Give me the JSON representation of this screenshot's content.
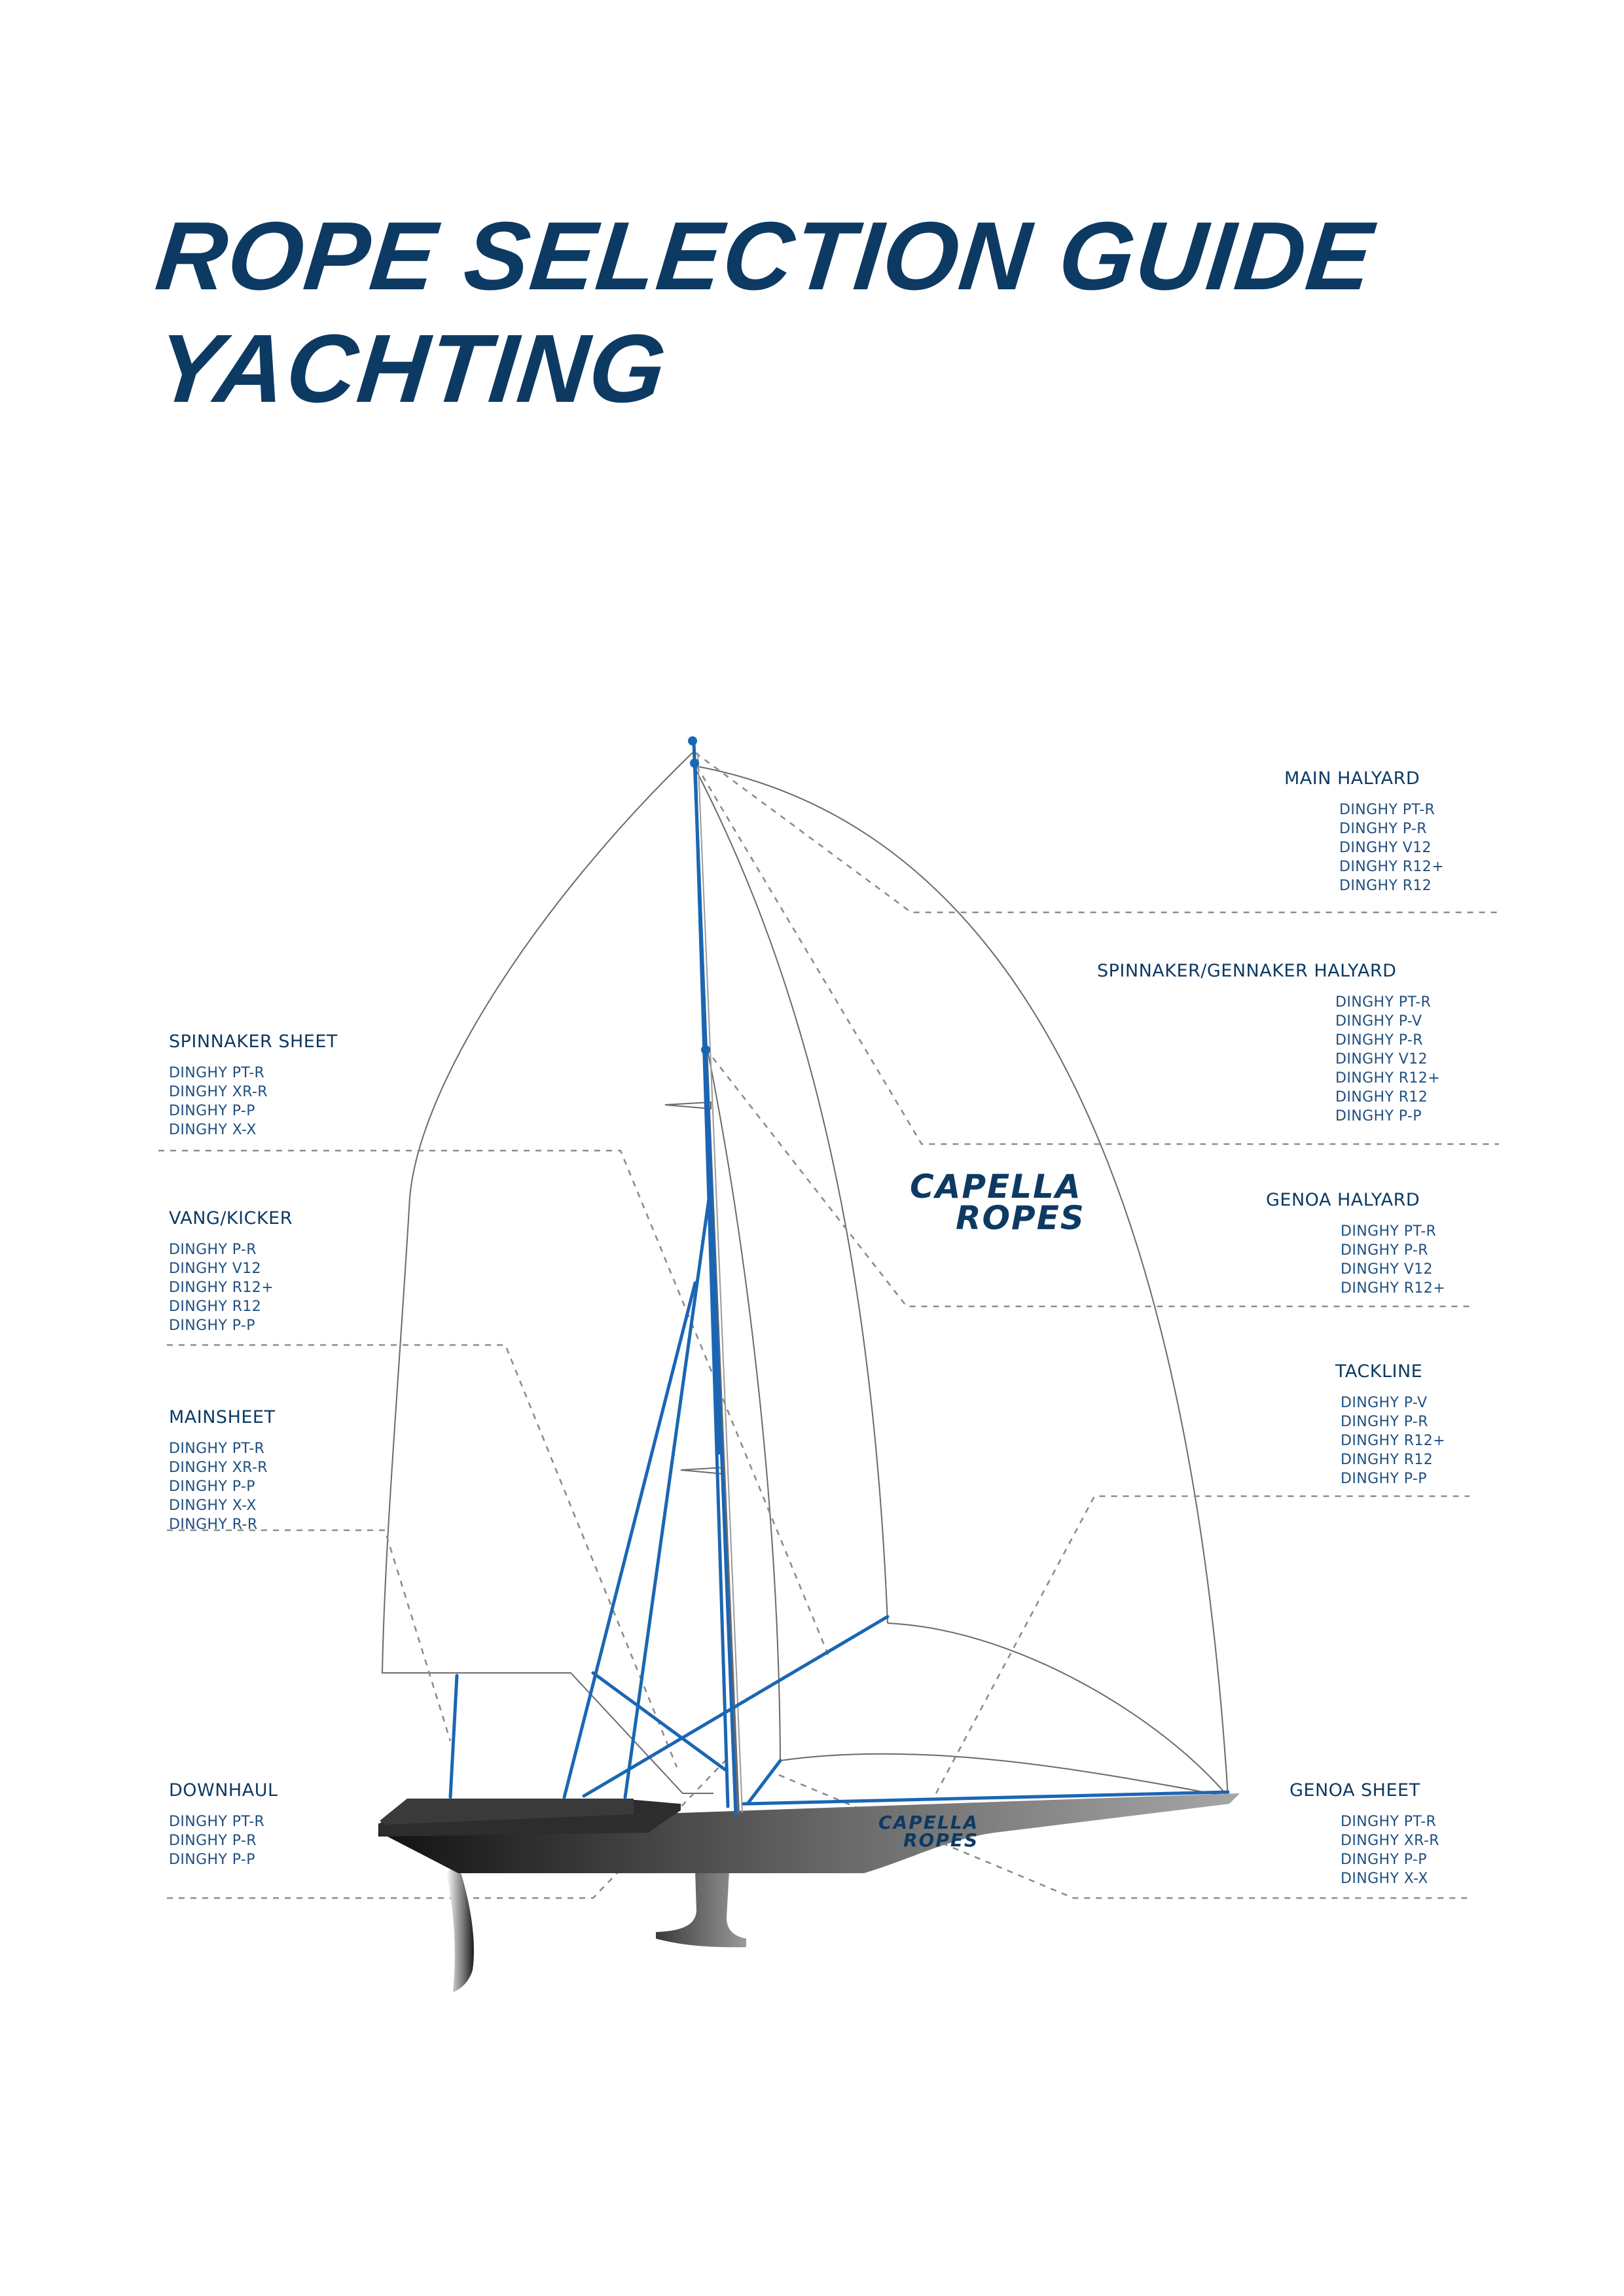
{
  "title": {
    "line1": "ROPE SELECTION GUIDE",
    "line2": "YACHTING"
  },
  "logo": {
    "line1": "CAPELLA",
    "line2": "ROPES"
  },
  "colors": {
    "title": "#0d3a63",
    "rope": "#1b66b4",
    "leader": "#8c8c8c",
    "sail_outline": "#6a6a6a"
  },
  "labels": {
    "main_halyard": {
      "heading": "MAIN HALYARD",
      "items": [
        "DINGHY PT-R",
        "DINGHY P-R",
        "DINGHY V12",
        "DINGHY R12+",
        "DINGHY R12"
      ]
    },
    "spinnaker_halyard": {
      "heading": "SPINNAKER/GENNAKER HALYARD",
      "items": [
        "DINGHY PT-R",
        "DINGHY P-V",
        "DINGHY P-R",
        "DINGHY V12",
        "DINGHY R12+",
        "DINGHY R12",
        "DINGHY P-P"
      ]
    },
    "genoa_halyard": {
      "heading": "GENOA HALYARD",
      "items": [
        "DINGHY PT-R",
        "DINGHY P-R",
        "DINGHY V12",
        "DINGHY R12+"
      ]
    },
    "tackline": {
      "heading": "TACKLINE",
      "items": [
        "DINGHY P-V",
        "DINGHY P-R",
        "DINGHY R12+",
        "DINGHY R12",
        "DINGHY P-P"
      ]
    },
    "genoa_sheet": {
      "heading": "GENOA SHEET",
      "items": [
        "DINGHY PT-R",
        "DINGHY XR-R",
        "DINGHY P-P",
        "DINGHY X-X"
      ]
    },
    "spinnaker_sheet": {
      "heading": "SPINNAKER SHEET",
      "items": [
        "DINGHY PT-R",
        "DINGHY XR-R",
        "DINGHY P-P",
        "DINGHY X-X"
      ]
    },
    "vang_kicker": {
      "heading": "VANG/KICKER",
      "items": [
        "DINGHY P-R",
        "DINGHY V12",
        "DINGHY R12+",
        "DINGHY R12",
        "DINGHY P-P"
      ]
    },
    "mainsheet": {
      "heading": "MAINSHEET",
      "items": [
        "DINGHY PT-R",
        "DINGHY XR-R",
        "DINGHY P-P",
        "DINGHY X-X",
        "DINGHY R-R"
      ]
    },
    "downhaul": {
      "heading": "DOWNHAUL",
      "items": [
        "DINGHY PT-R",
        "DINGHY P-R",
        "DINGHY P-P"
      ]
    }
  }
}
